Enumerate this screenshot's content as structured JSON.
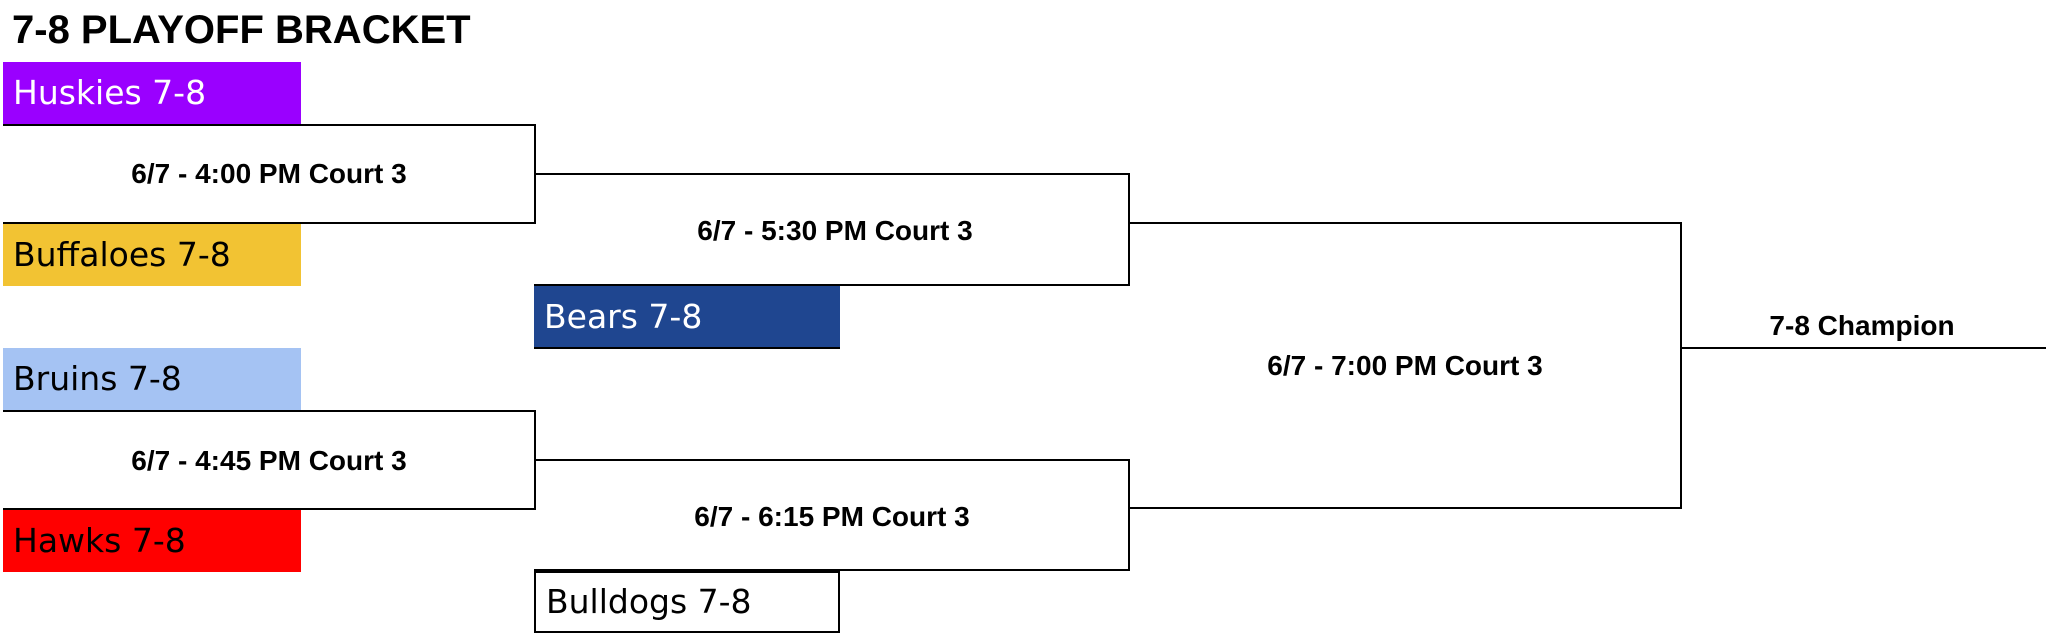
{
  "title": "7-8 PLAYOFF BRACKET",
  "teams": [
    {
      "label": "Huskies 7-8",
      "bg": "#9a00ff",
      "fg": "#ffffff"
    },
    {
      "label": "Buffaloes 7-8",
      "bg": "#f2c333",
      "fg": "#000000"
    },
    {
      "label": "Bruins 7-8",
      "bg": "#a5c3f3",
      "fg": "#000000"
    },
    {
      "label": "Hawks 7-8",
      "bg": "#ff0000",
      "fg": "#000000"
    },
    {
      "label": "Bears 7-8",
      "bg": "#1f4690",
      "fg": "#ffffff"
    },
    {
      "label": "Bulldogs 7-8",
      "bg": "#ffffff",
      "fg": "#000000"
    }
  ],
  "games": [
    {
      "label": "6/7 - 4:00 PM Court 3"
    },
    {
      "label": "6/7 - 4:45 PM Court 3"
    },
    {
      "label": "6/7 - 5:30 PM Court 3"
    },
    {
      "label": "6/7 - 6:15 PM Court 3"
    },
    {
      "label": "6/7 - 7:00 PM Court 3"
    }
  ],
  "champion": {
    "label": "7-8 Champion"
  }
}
